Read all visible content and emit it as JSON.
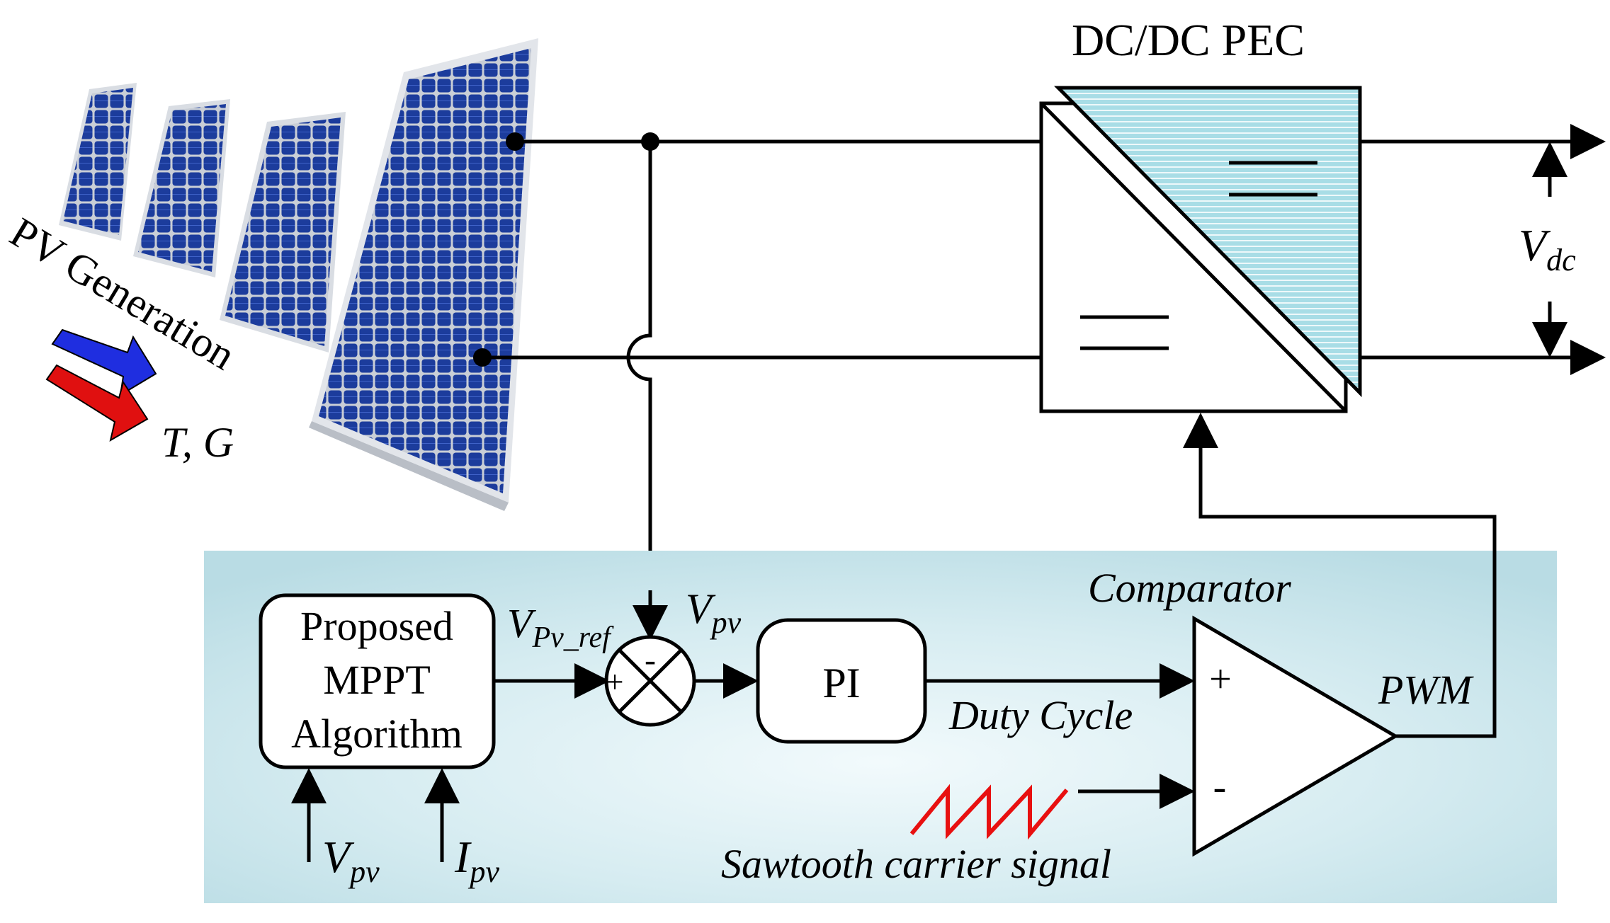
{
  "pv": {
    "label": "PV Generation",
    "env": "T, G"
  },
  "converter": {
    "title": "DC/DC PEC"
  },
  "output": {
    "v_main": "V",
    "v_sub": "dc"
  },
  "mppt": {
    "line1": "Proposed",
    "line2": "MPPT",
    "line3": "Algorithm",
    "in_v_main": "V",
    "in_v_sub": "pv",
    "in_i_main": "I",
    "in_i_sub": "pv"
  },
  "summer": {
    "ref_main": "V",
    "ref_sub": "Pv_ref",
    "fb_main": "V",
    "fb_sub": "pv",
    "plus": "+",
    "minus": "-"
  },
  "pi": {
    "label": "PI"
  },
  "comparator": {
    "label": "Comparator",
    "plus": "+",
    "minus": "-",
    "duty_label": "Duty Cycle",
    "carrier_label": "Sawtooth carrier signal",
    "out_label": "PWM"
  },
  "colors": {
    "panel_bg": "#cfe7ec",
    "converter_fill": "#a8dde6",
    "solar_cell": "#1c3c9c",
    "arrow_blue": "#1f2ee0",
    "arrow_red": "#e01010",
    "sawtooth": "#e81010"
  }
}
